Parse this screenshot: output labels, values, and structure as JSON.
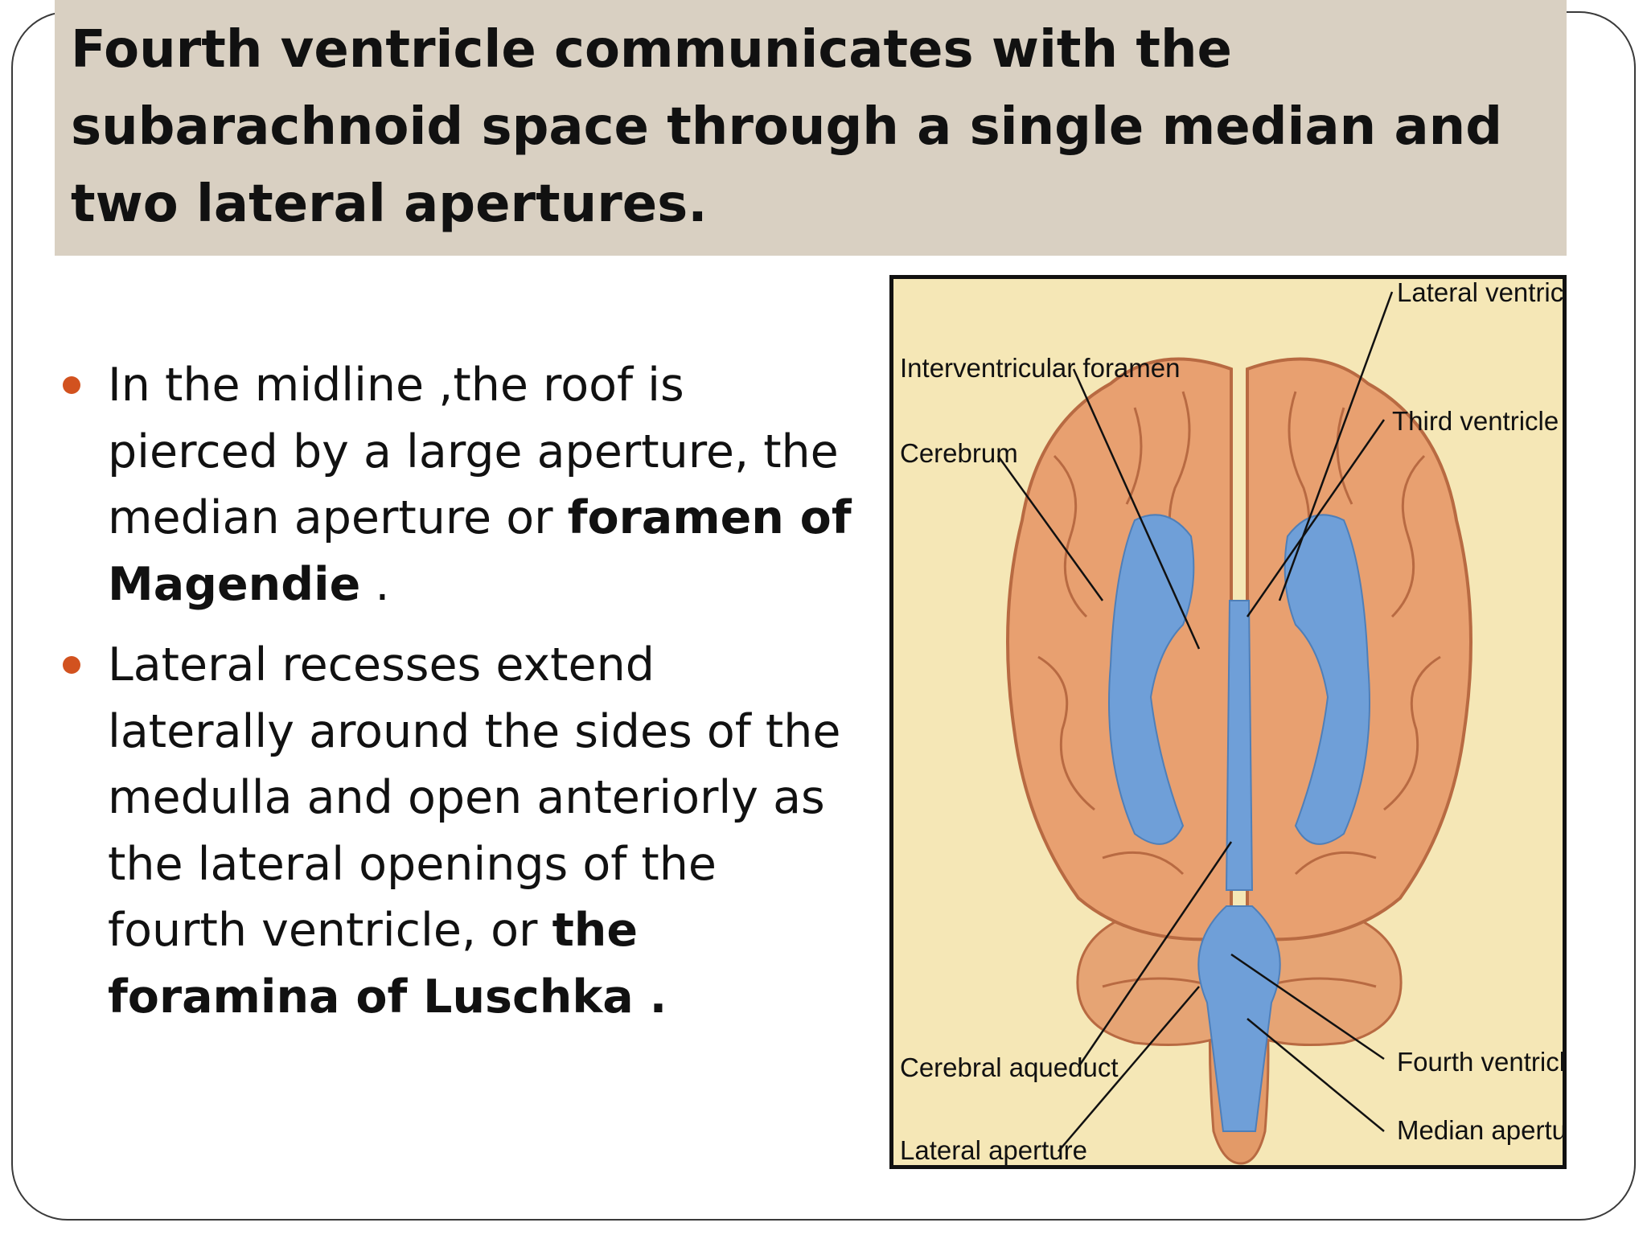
{
  "slide": {
    "title": " Fourth  ventricle communicates with the subarachnoid space through a single median and two lateral apertures.",
    "bullets": [
      {
        "pre": "In  the midline ,the roof is pierced by a large aperture, the median aperture or ",
        "bold": "foramen of Magendie",
        "post": " ."
      },
      {
        "pre": "Lateral recesses extend laterally around the sides of the medulla and open anteriorly as the lateral openings of the fourth ventricle, or ",
        "bold": "the foramina of Luschka .",
        "post": ""
      }
    ]
  },
  "figure": {
    "labels": {
      "lateral_ventricle": "Lateral ventricle",
      "interventricular_foramen": "Interventricular foramen",
      "third_ventricle": "Third ventricle",
      "cerebrum": "Cerebrum",
      "cerebral_aqueduct": "Cerebral aqueduct",
      "fourth_ventricle": "Fourth ventricle",
      "median_aperture": "Median aperture",
      "lateral_aperture": "Lateral aperture"
    }
  },
  "colors": {
    "title_band": "#d9d0c2",
    "bullet_accent": "#d2521f",
    "figure_background": "#f5e7b6",
    "brain_tissue": "#e8a070",
    "ventricle": "#6f9fd8"
  }
}
